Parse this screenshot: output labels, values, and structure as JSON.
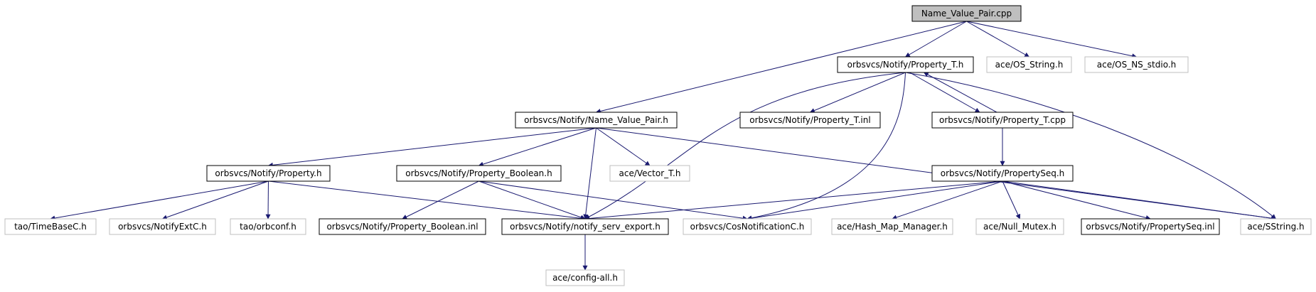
{
  "colors": {
    "edge": "#191970",
    "root_fill": "#bfbfbf",
    "node_fill": "#ffffff",
    "node_border": "#000000",
    "external_border": "#bfbfbf"
  },
  "nodes": [
    {
      "id": "root",
      "label": "Name_Value_Pair.cpp",
      "style": "root"
    },
    {
      "id": "propT_h",
      "label": "orbsvcs/Notify/Property_T.h",
      "style": "normal"
    },
    {
      "id": "os_string",
      "label": "ace/OS_String.h",
      "style": "external"
    },
    {
      "id": "os_ns_stdio",
      "label": "ace/OS_NS_stdio.h",
      "style": "external"
    },
    {
      "id": "nvp_h",
      "label": "orbsvcs/Notify/Name_Value_Pair.h",
      "style": "normal"
    },
    {
      "id": "propT_inl",
      "label": "orbsvcs/Notify/Property_T.inl",
      "style": "normal"
    },
    {
      "id": "propT_cpp",
      "label": "orbsvcs/Notify/Property_T.cpp",
      "style": "normal"
    },
    {
      "id": "prop_h",
      "label": "orbsvcs/Notify/Property.h",
      "style": "normal"
    },
    {
      "id": "propbool_h",
      "label": "orbsvcs/Notify/Property_Boolean.h",
      "style": "normal"
    },
    {
      "id": "vector_t",
      "label": "ace/Vector_T.h",
      "style": "external"
    },
    {
      "id": "propseq_h",
      "label": "orbsvcs/Notify/PropertySeq.h",
      "style": "normal"
    },
    {
      "id": "timebase",
      "label": "tao/TimeBaseC.h",
      "style": "external"
    },
    {
      "id": "notifyext",
      "label": "orbsvcs/NotifyExtC.h",
      "style": "external"
    },
    {
      "id": "orbconf",
      "label": "tao/orbconf.h",
      "style": "external"
    },
    {
      "id": "propbool_inl",
      "label": "orbsvcs/Notify/Property_Boolean.inl",
      "style": "normal"
    },
    {
      "id": "notify_export",
      "label": "orbsvcs/Notify/notify_serv_export.h",
      "style": "normal"
    },
    {
      "id": "cosnotif",
      "label": "orbsvcs/CosNotificationC.h",
      "style": "external"
    },
    {
      "id": "hashmap",
      "label": "ace/Hash_Map_Manager.h",
      "style": "external"
    },
    {
      "id": "nullmutex",
      "label": "ace/Null_Mutex.h",
      "style": "external"
    },
    {
      "id": "propseq_inl",
      "label": "orbsvcs/Notify/PropertySeq.inl",
      "style": "normal"
    },
    {
      "id": "sstring",
      "label": "ace/SString.h",
      "style": "external"
    },
    {
      "id": "configall",
      "label": "ace/config-all.h",
      "style": "external"
    }
  ],
  "edges": [
    [
      "root",
      "propT_h"
    ],
    [
      "root",
      "os_string"
    ],
    [
      "root",
      "os_ns_stdio"
    ],
    [
      "root",
      "nvp_h"
    ],
    [
      "propT_h",
      "propT_inl"
    ],
    [
      "propT_h",
      "propT_cpp"
    ],
    [
      "propT_h",
      "notify_export"
    ],
    [
      "propT_h",
      "cosnotif"
    ],
    [
      "propT_h",
      "sstring"
    ],
    [
      "propT_cpp",
      "propT_h"
    ],
    [
      "propT_cpp",
      "propseq_h"
    ],
    [
      "nvp_h",
      "prop_h"
    ],
    [
      "nvp_h",
      "propbool_h"
    ],
    [
      "nvp_h",
      "vector_t"
    ],
    [
      "nvp_h",
      "notify_export"
    ],
    [
      "nvp_h",
      "sstring"
    ],
    [
      "prop_h",
      "timebase"
    ],
    [
      "prop_h",
      "notifyext"
    ],
    [
      "prop_h",
      "orbconf"
    ],
    [
      "prop_h",
      "notify_export"
    ],
    [
      "propbool_h",
      "propbool_inl"
    ],
    [
      "propbool_h",
      "notify_export"
    ],
    [
      "propbool_h",
      "cosnotif"
    ],
    [
      "propseq_h",
      "notify_export"
    ],
    [
      "propseq_h",
      "cosnotif"
    ],
    [
      "propseq_h",
      "hashmap"
    ],
    [
      "propseq_h",
      "nullmutex"
    ],
    [
      "propseq_h",
      "propseq_inl"
    ],
    [
      "propseq_h",
      "sstring"
    ],
    [
      "notify_export",
      "configall"
    ]
  ]
}
